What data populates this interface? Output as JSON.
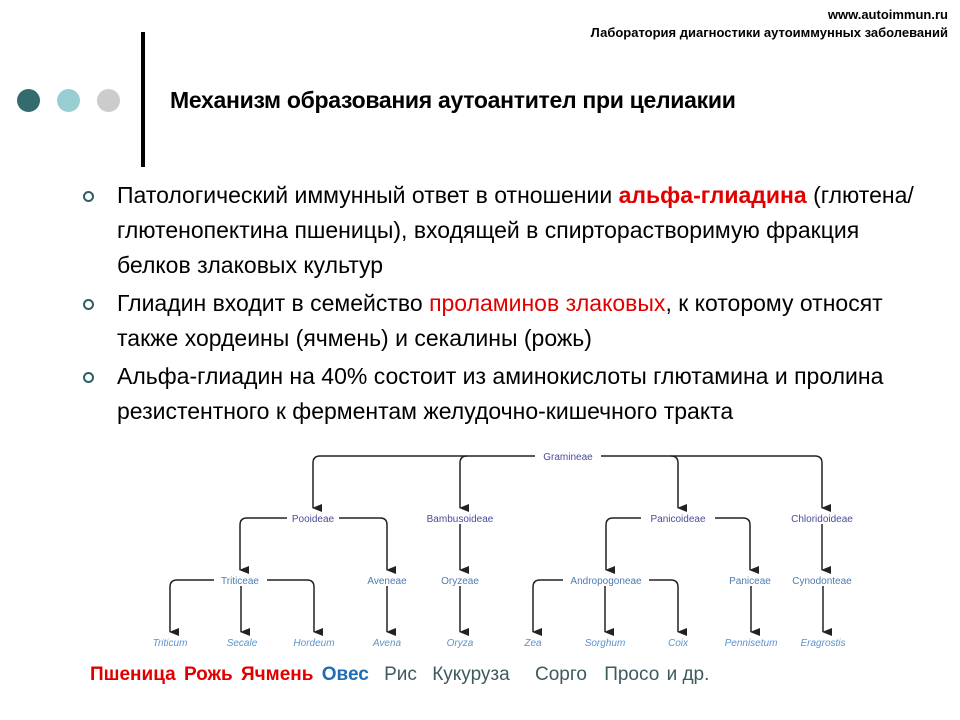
{
  "header": {
    "site": "www.autoimmun.ru",
    "lab": "Лаборатория диагностики аутоиммунных заболеваний"
  },
  "colors": {
    "dot1": "#336b6e",
    "dot2": "#98cdd2",
    "dot3": "#cccccc",
    "accent_red": "#e00000",
    "oat_blue": "#1f6db5",
    "crop_gray": "#3d5a5e"
  },
  "title": "Механизм образования аутоантител при целиакии",
  "bullets": [
    {
      "pre": "Патологический иммунный ответ в отношении ",
      "highlight": "альфа-глиадина",
      "post": " (глютена/глютенопектина пшеницы), входящей в спирторастворимую фракция белков злаковых культур"
    },
    {
      "pre": "Глиадин входит в семейство ",
      "highlight": "проламинов злаковых",
      "post": ", к которому относят также хордеины (ячмень) и секалины (рожь)"
    },
    {
      "text": "Альфа-глиадин на 40% состоит из аминокислоты глютамина и пролина резистентного к ферментам желудочно-кишечного тракта"
    }
  ],
  "tree": {
    "root": "Gramineae",
    "subfamilies": [
      "Pooideae",
      "Bambusoideae",
      "Panicoideae",
      "Chloridoideae"
    ],
    "tribes": [
      "Triticeae",
      "Aveneae",
      "Oryzeae",
      "Andropogoneae",
      "Paniceae",
      "Cynodonteae"
    ],
    "genera": [
      "Triticum",
      "Secale",
      "Hordeum",
      "Avena",
      "Oryza",
      "Zea",
      "Sorghum",
      "Coix",
      "Pennisetum",
      "Eragrostis"
    ]
  },
  "crops": [
    "Пшеница",
    "Рожь",
    "Ячмень",
    "Овес",
    "Рис",
    "Кукуруза",
    "Сорго",
    "Просо",
    "и др."
  ]
}
